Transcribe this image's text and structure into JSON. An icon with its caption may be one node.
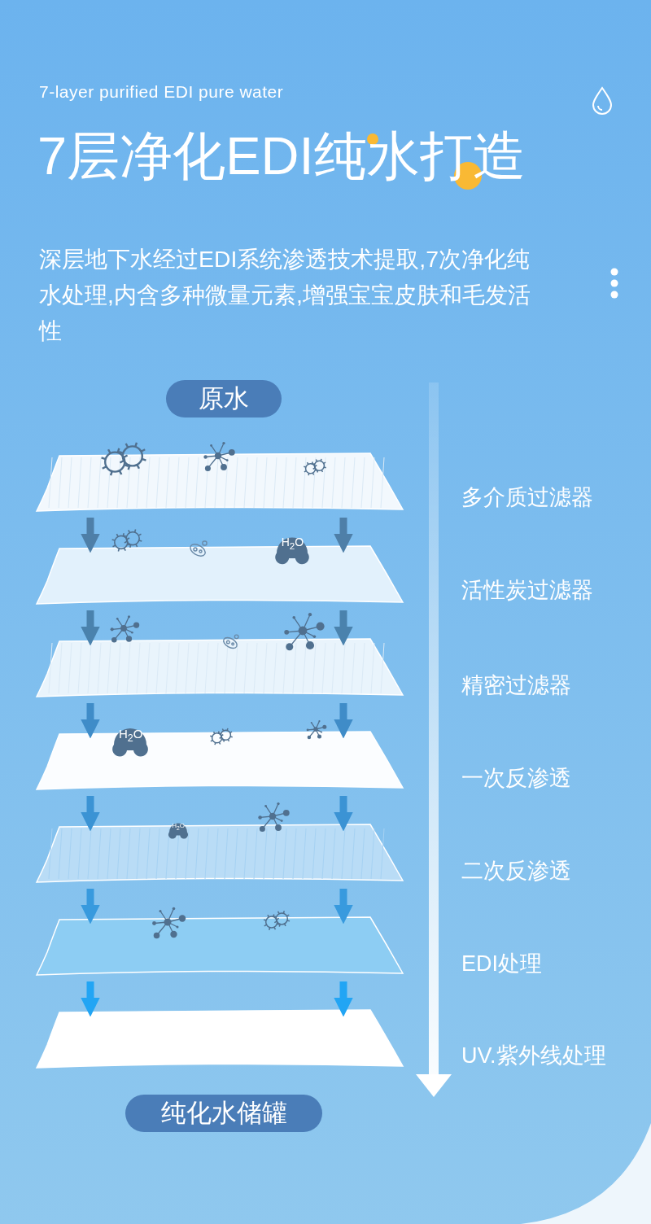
{
  "diagram": {
    "title": "7层净化EDI纯水打造",
    "nodes": [
      {
        "text": [
          "原水"
        ]
      },
      {
        "text": [],
        "shape": "band",
        "beside": [
          "多介质过滤器"
        ]
      },
      {
        "text": [],
        "shape": "band",
        "beside": [
          "活性炭过滤器"
        ]
      },
      {
        "text": [],
        "shape": "band",
        "beside": [
          "精密过滤器"
        ]
      },
      {
        "text": [],
        "shape": "band",
        "beside": [
          "一次反渗透"
        ]
      },
      {
        "text": [],
        "shape": "band",
        "beside": [
          "二次反渗透"
        ]
      },
      {
        "text": [],
        "shape": "band",
        "beside": [
          "EDI处理"
        ]
      },
      {
        "text": [],
        "shape": "band",
        "beside": [
          "UV.紫外线处理"
        ]
      },
      {
        "text": [
          "纯化水储罐"
        ]
      }
    ],
    "edges": [
      {
        "from": 1,
        "to": 2,
        "arrow": "to",
        "color": "#4e7fa8"
      },
      {
        "from": 1,
        "to": 2,
        "arrow": "to",
        "color": "#4e7fa8"
      },
      {
        "from": 2,
        "to": 3,
        "arrow": "to",
        "color": "#4a82ad"
      },
      {
        "from": 2,
        "to": 3,
        "arrow": "to",
        "color": "#4a82ad"
      },
      {
        "from": 3,
        "to": 4,
        "arrow": "to",
        "color": "#3f8cc8"
      },
      {
        "from": 3,
        "to": 4,
        "arrow": "to",
        "color": "#3f8cc8"
      },
      {
        "from": 4,
        "to": 5,
        "arrow": "to",
        "color": "#3b93d4"
      },
      {
        "from": 4,
        "to": 5,
        "arrow": "to",
        "color": "#3b93d4"
      },
      {
        "from": 5,
        "to": 6,
        "arrow": "to",
        "color": "#389ade"
      },
      {
        "from": 5,
        "to": 6,
        "arrow": "to",
        "color": "#389ade"
      },
      {
        "from": 6,
        "to": 7,
        "arrow": "to",
        "color": "#22a5f4"
      },
      {
        "from": 6,
        "to": 7,
        "arrow": "to",
        "color": "#22a5f4"
      }
    ],
    "labels": [
      "7-layer purified EDI pure water",
      "深层地下水经过EDI系统渗透技术提取,7次净化纯水处理,内含多种微量元素,增强宝宝皮肤和毛发活性",
      "H$_{2}$O",
      "H$_{2}$O",
      "H$_{2}$O"
    ]
  }
}
